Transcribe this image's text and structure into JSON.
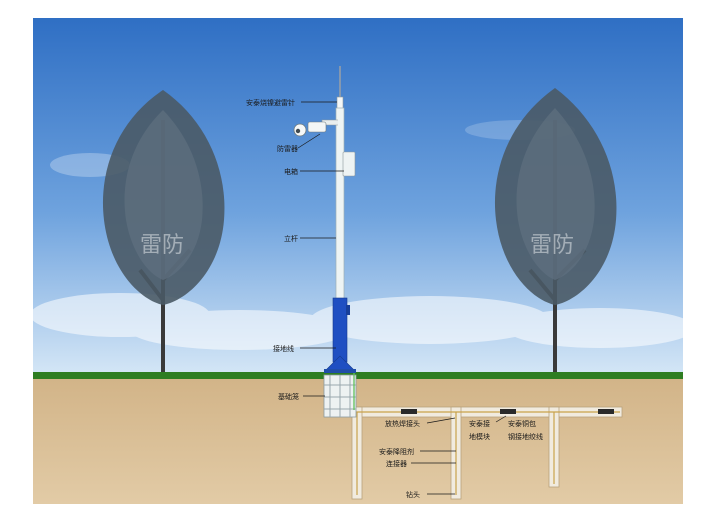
{
  "colors": {
    "sky_top": "#2f6fc4",
    "sky_bottom": "#d4e6f6",
    "grass": "#2e7d22",
    "soil": "#d9bf96",
    "pole": "#eef4f4",
    "pole_base": "#1f4fc2",
    "trench": "#f1ebdf",
    "ground_wire": "#c9a24a"
  },
  "labels": {
    "lightning_rod": "安泰烧镍避雷针",
    "surge_protector": "防雷器",
    "electric_box": "电箱",
    "pole": "立杆",
    "ground_wire": "接地线",
    "foundation_cage": "基础笼",
    "exothermic_joint": "放热焊接头",
    "ground_module_1": "安泰接",
    "ground_module_2": "地模块",
    "copper_strand_1": "安泰铜包",
    "copper_strand_2": "钢接地绞线",
    "resistance_agent": "安泰降阻剂",
    "connector": "连接器",
    "drill_bit": "钻头"
  },
  "watermarks": [
    "雷防",
    "雷防"
  ]
}
